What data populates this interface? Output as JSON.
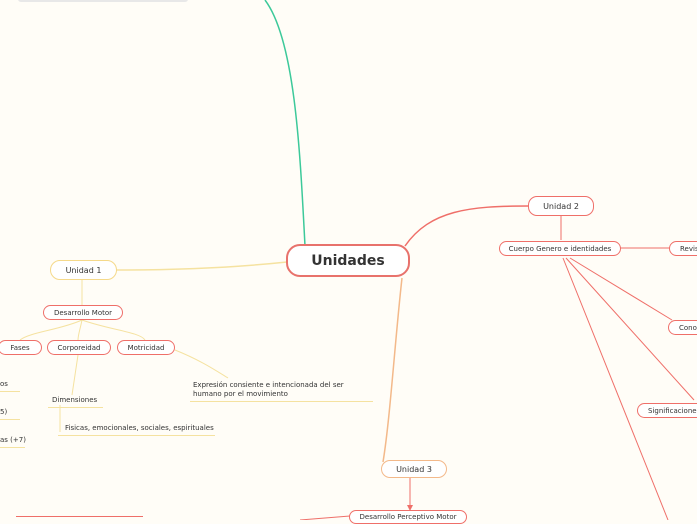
{
  "central": {
    "label": "Unidades"
  },
  "unidad1": {
    "label": "Unidad 1",
    "desarrollo": "Desarrollo Motor",
    "fases": "Fases",
    "corporeidad": "Corporeidad",
    "motricidad": "Motricidad",
    "expresion": "Expresión consiente e intencionada del ser humano por el movimiento",
    "dimensiones": "Dimensiones",
    "dimensiones_detalle": "Fisicas, emocionales, sociales, espirituales",
    "partial_1": "os",
    "partial_2": "5)",
    "partial_3": "as (+7)"
  },
  "unidad2": {
    "label": "Unidad 2",
    "cuerpo": "Cuerpo Genero e identidades",
    "revis": "Revis",
    "cono": "Cono",
    "significaciones": "Significaciones"
  },
  "unidad3": {
    "label": "Unidad 3",
    "perceptivo": "Desarrollo Perceptivo Motor"
  },
  "colors": {
    "red": "#ef6f69",
    "yellow": "#f5d98a",
    "orange": "#f3b98a",
    "green": "#3cc99a"
  }
}
